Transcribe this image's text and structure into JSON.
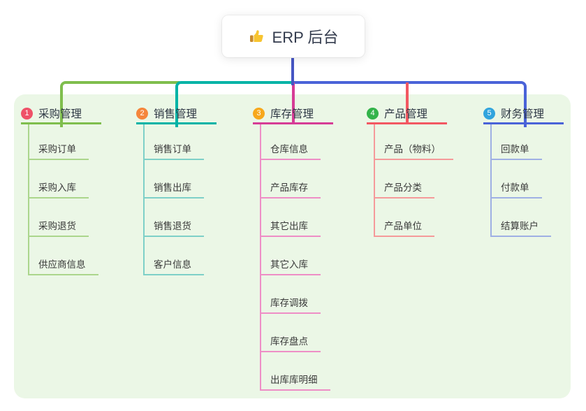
{
  "root": {
    "label": "ERP 后台"
  },
  "branches": [
    {
      "index": "1",
      "label": "采购管理",
      "children": [
        "采购订单",
        "采购入库",
        "采购退货",
        "供应商信息"
      ]
    },
    {
      "index": "2",
      "label": "销售管理",
      "children": [
        "销售订单",
        "销售出库",
        "销售退货",
        "客户信息"
      ]
    },
    {
      "index": "3",
      "label": "库存管理",
      "children": [
        "仓库信息",
        "产品库存",
        "其它出库",
        "其它入库",
        "库存调拨",
        "库存盘点",
        "出库库明细"
      ]
    },
    {
      "index": "4",
      "label": "产品管理",
      "children": [
        "产品（物料）",
        "产品分类",
        "产品单位"
      ]
    },
    {
      "index": "5",
      "label": "财务管理",
      "children": [
        "回款单",
        "付款单",
        "结算账户"
      ]
    }
  ],
  "colors": {
    "panel_bg": "#ebf7e6",
    "root_connector": "#4656c4",
    "branch_lines": [
      "#7fbe4d",
      "#00b3a6",
      "#d63c96",
      "#f25862",
      "#4a63d8"
    ],
    "child_lines": [
      "#abd68c",
      "#7ed0c8",
      "#ee8ec6",
      "#f59a9a",
      "#9fb0e4"
    ],
    "badges": [
      "#ef5168",
      "#f5863c",
      "#f7a81c",
      "#33b34a",
      "#31a4dd"
    ]
  }
}
